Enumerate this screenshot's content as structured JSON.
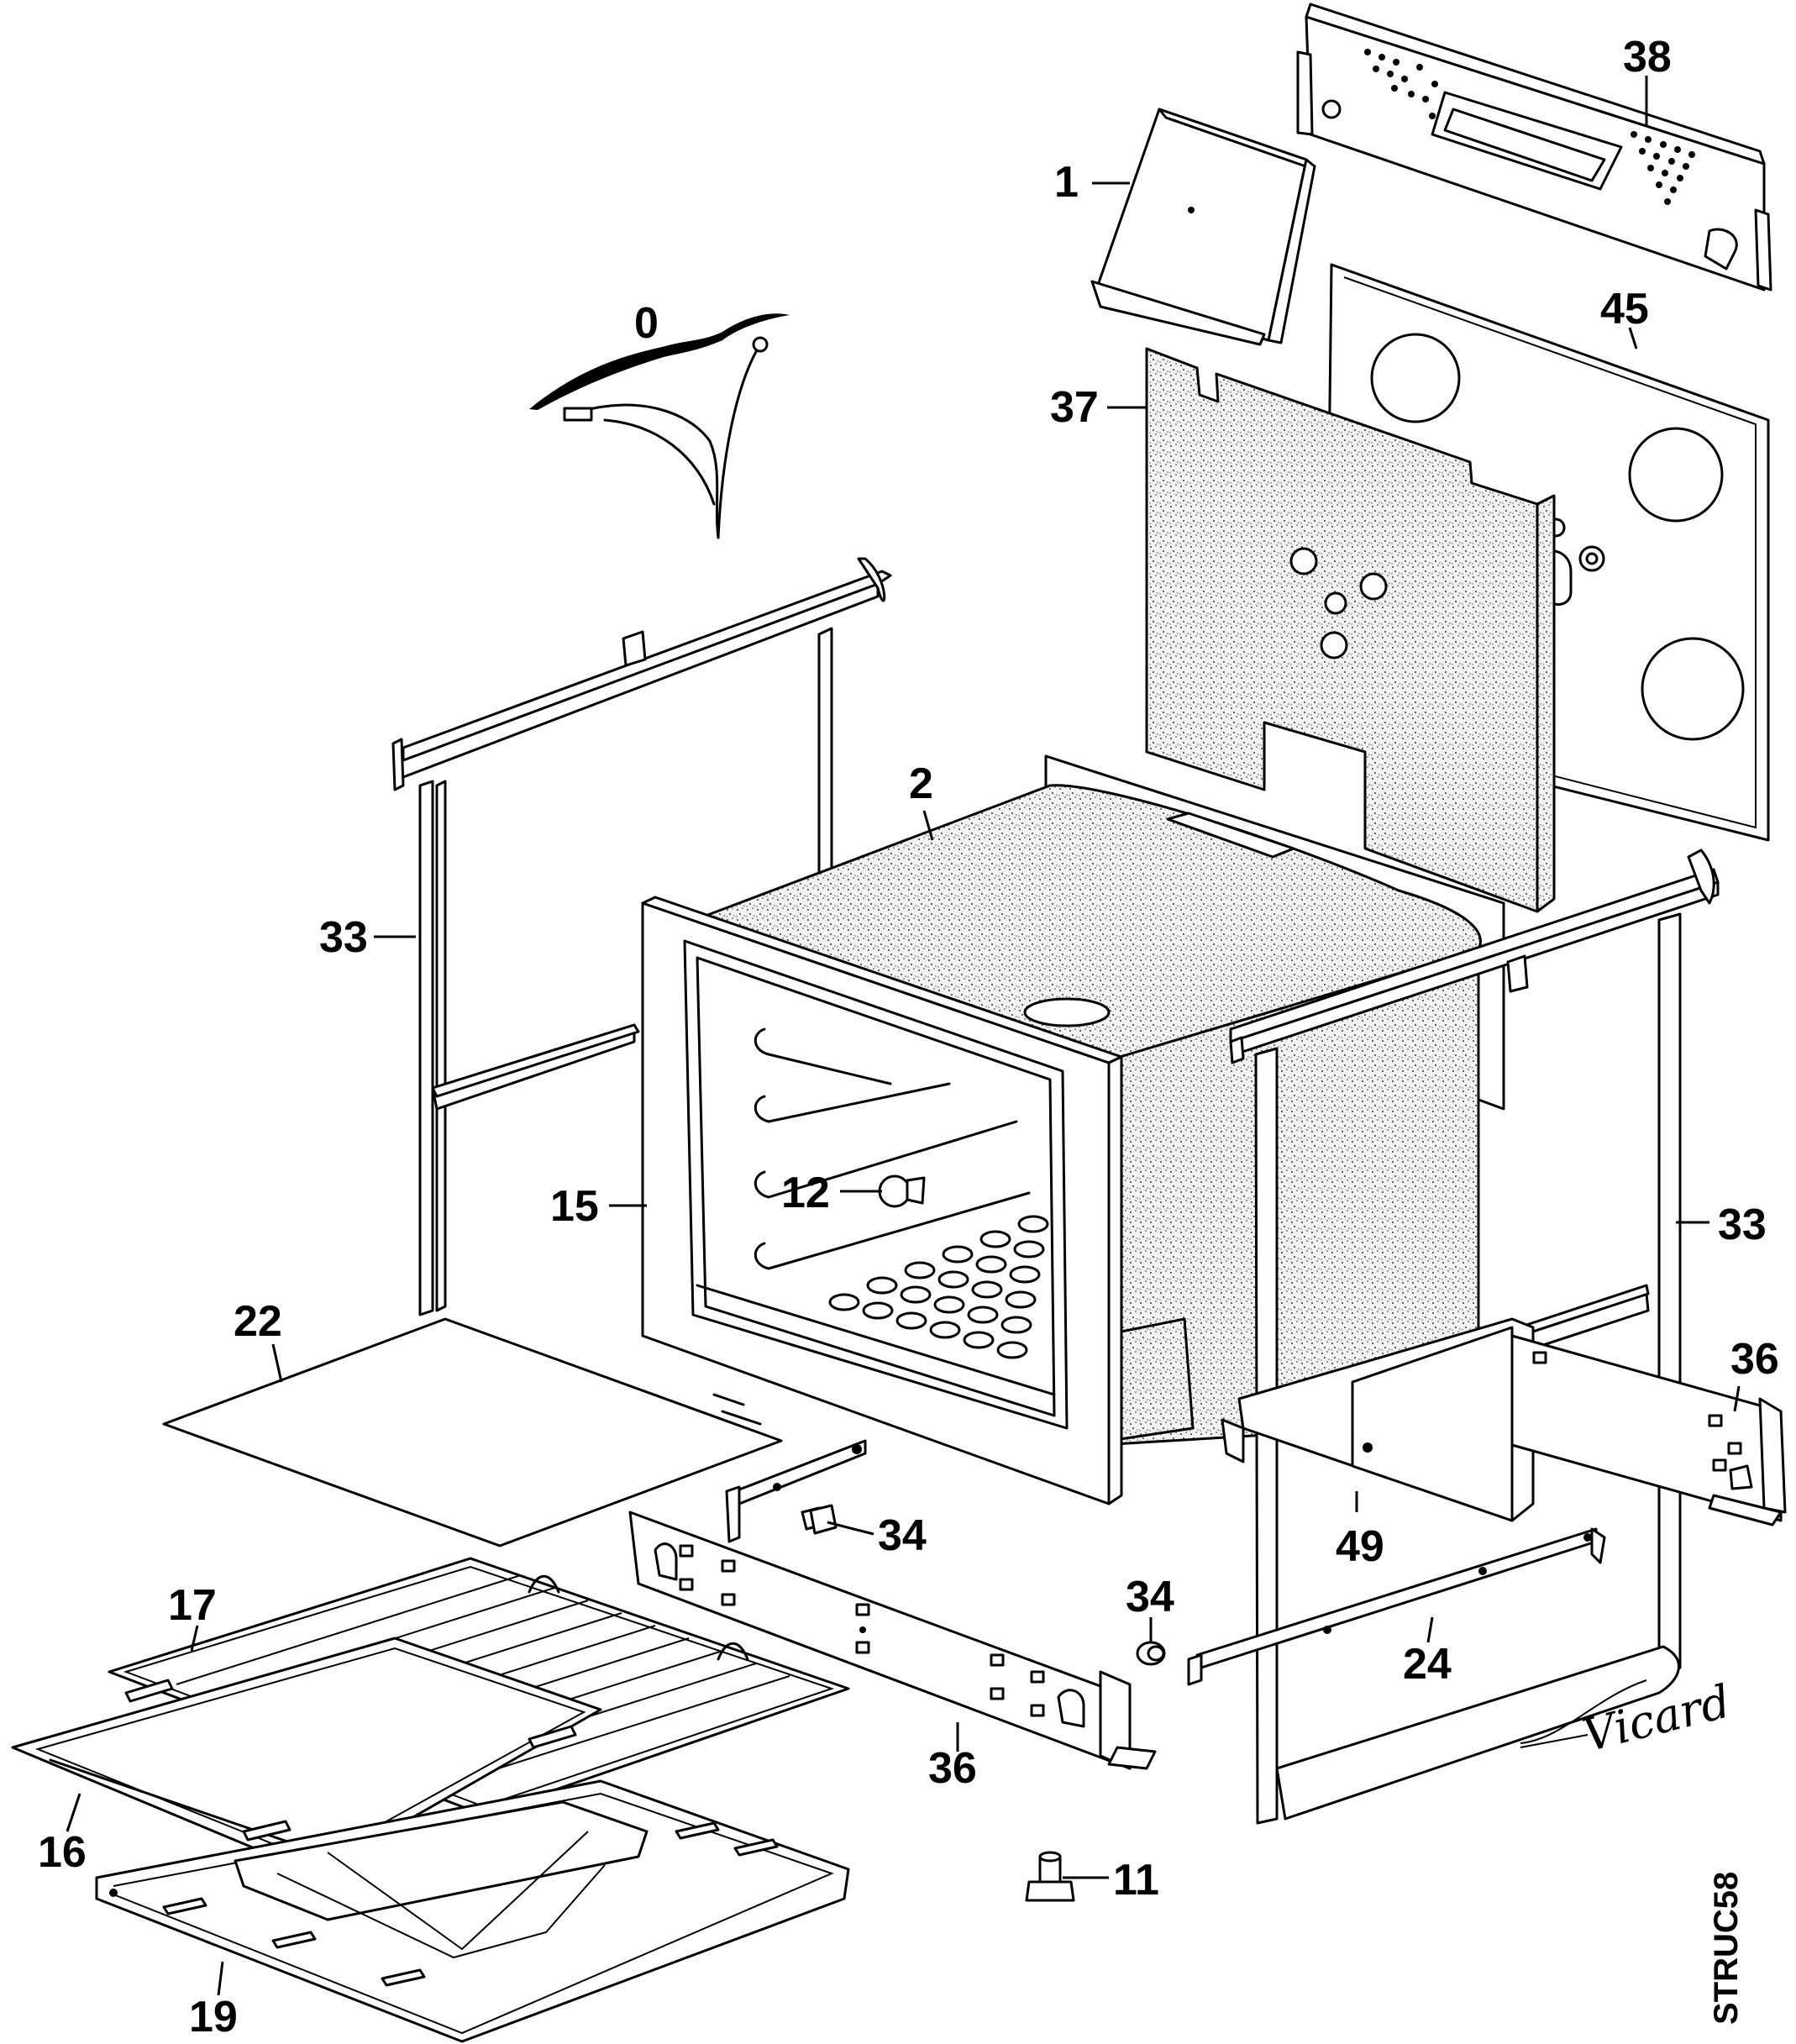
{
  "diagram": {
    "part_labels": [
      "0",
      "1",
      "2",
      "11",
      "12",
      "15",
      "16",
      "17",
      "19",
      "22",
      "24",
      "33",
      "33",
      "34",
      "34",
      "36",
      "36",
      "37",
      "38",
      "45",
      "49"
    ],
    "figure_code": "STRUC58",
    "signature": "Vicard"
  }
}
